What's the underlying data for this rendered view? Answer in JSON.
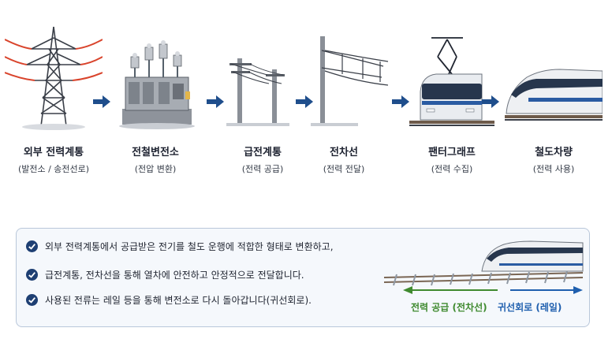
{
  "steps": [
    {
      "icon": "transmission-tower-icon",
      "title": "외부 전력계통",
      "subtitle": "(발전소 / 송전선로)"
    },
    {
      "icon": "substation-icon",
      "title": "전철변전소",
      "subtitle": "(전압 변환)"
    },
    {
      "icon": "feeder-poles-icon",
      "title": "급전계통",
      "subtitle": "(전력 공급)"
    },
    {
      "icon": "catenary-icon",
      "title": "전차선",
      "subtitle": "(전력 전달)"
    },
    {
      "icon": "pantograph-train-icon",
      "title": "팬터그래프",
      "subtitle": "(전력 수집)"
    },
    {
      "icon": "high-speed-train-icon",
      "title": "철도차량",
      "subtitle": "(전력 사용)"
    }
  ],
  "notes": [
    "외부 전력계통에서 공급받은 전기를 철도 운행에 적합한 형태로 변환하고,",
    "급전계통, 전차선을 통해 열차에 안전하고 안정적으로 전달합니다.",
    "사용된 전류는 레일 등을 통해 변전소로 다시 돌아갑니다(귀선회로)."
  ],
  "legend": {
    "supply": "전력 공급 (전차선)",
    "return": "귀선회로 (레일)"
  },
  "colors": {
    "arrow": "#1f4e8c",
    "check": "#1e3f73",
    "supply": "#3f8a2f",
    "return": "#1f5fae",
    "tower": "#d9442c"
  }
}
